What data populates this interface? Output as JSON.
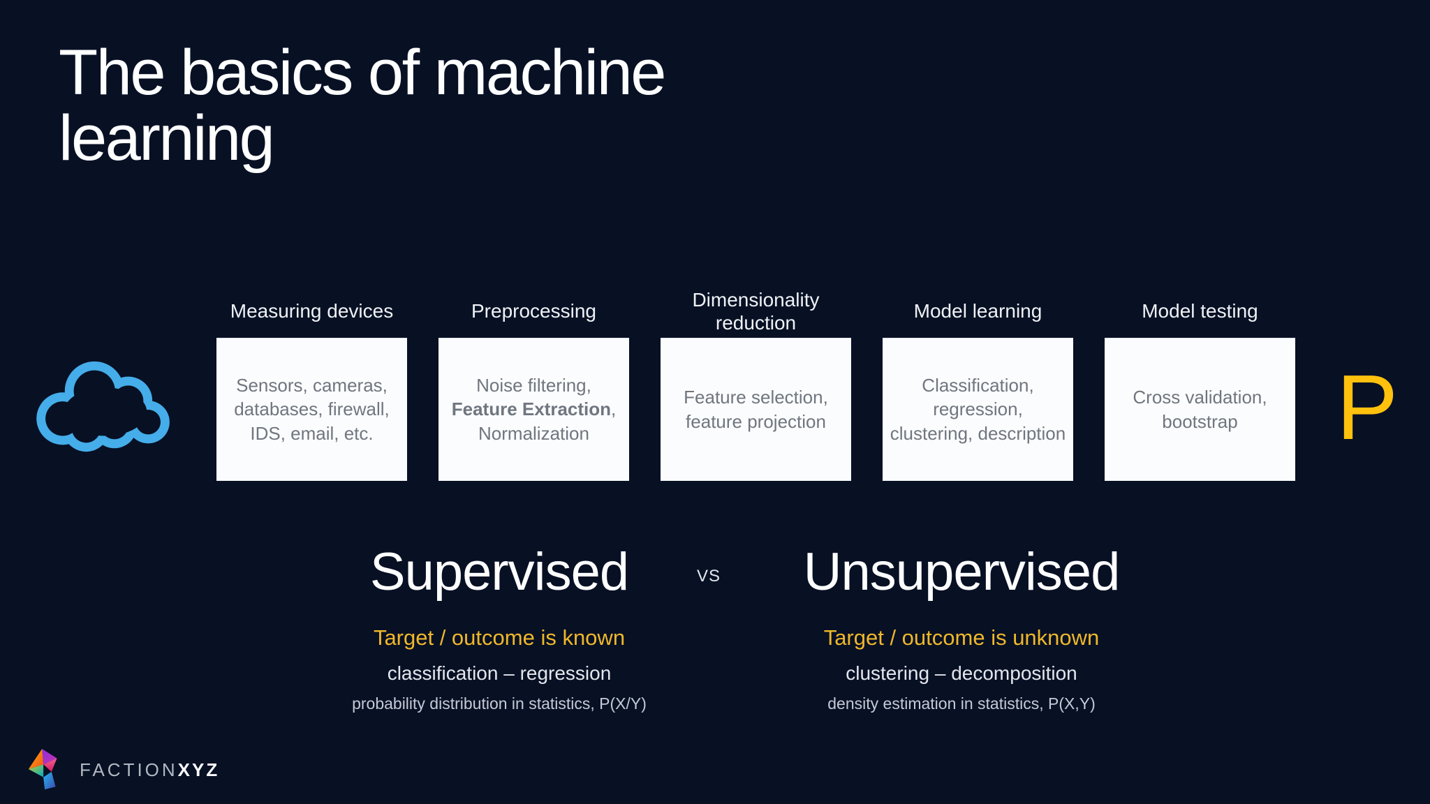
{
  "colors": {
    "background": "#081024",
    "cloud_blue": "#45ADE9",
    "accent_yellow": "#EFB82B",
    "p_letter_yellow": "#FFC10D",
    "box_background": "#FBFCFD",
    "box_text_gray": "#70767F"
  },
  "title": {
    "line1": "The basics of machine",
    "line2": "learning"
  },
  "pipeline": {
    "cloud_icon": "cloud-outline-icon",
    "trailing_letter": "P",
    "stages": [
      {
        "label": "Measuring devices",
        "parts": [
          {
            "text": "Sensors, cameras, databases, firewall, IDS, email, etc.",
            "bold": false
          }
        ]
      },
      {
        "label": "Preprocessing",
        "parts": [
          {
            "text": "Noise filtering, ",
            "bold": false
          },
          {
            "text": "Feature Extraction",
            "bold": true
          },
          {
            "text": ", Normalization",
            "bold": false
          }
        ]
      },
      {
        "label": "Dimensionality reduction",
        "parts": [
          {
            "text": "Feature selection, feature projection",
            "bold": false
          }
        ]
      },
      {
        "label": "Model learning",
        "parts": [
          {
            "text": "Classification, regression, clustering, description",
            "bold": false
          }
        ]
      },
      {
        "label": "Model testing",
        "parts": [
          {
            "text": "Cross validation, bootstrap",
            "bold": false
          }
        ]
      }
    ]
  },
  "comparison": {
    "vs_label": "VS",
    "left": {
      "heading": "Supervised",
      "subtitle": "Target / outcome is known",
      "methods": "classification – regression",
      "statistics": "probability distribution in statistics, P(X/Y)"
    },
    "right": {
      "heading": "Unsupervised",
      "subtitle": "Target / outcome is unknown",
      "methods": "clustering – decomposition",
      "statistics": "density estimation in statistics, P(X,Y)"
    }
  },
  "footer": {
    "brand_first": "FACTION",
    "brand_second": "XYZ"
  }
}
